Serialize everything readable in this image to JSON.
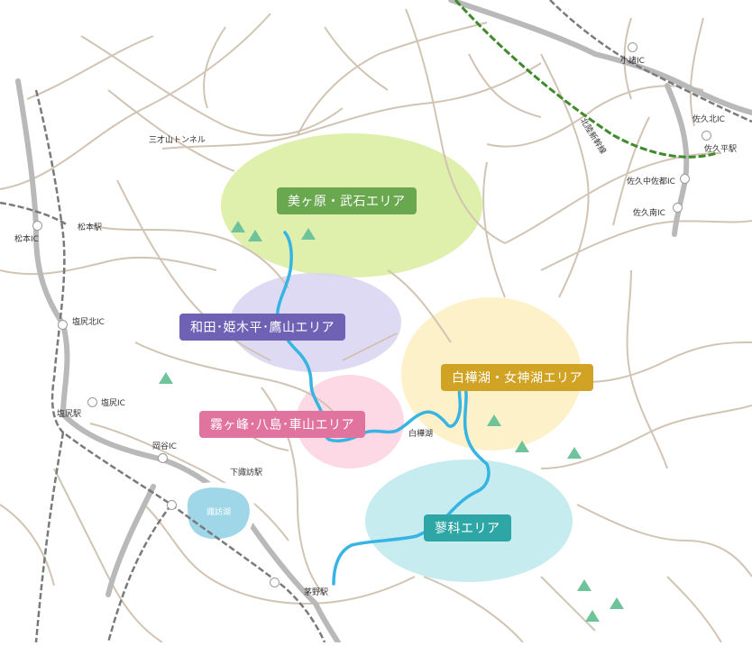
{
  "colors": {
    "road": "#d2c4b4",
    "highway": "#b9b9b9",
    "route": "#37b3e4",
    "rail": "#7a7a7a",
    "shinkansen": "#3f8a2b",
    "lake": "#9fd6e8",
    "mountain": "#6fc39a"
  },
  "areas": [
    {
      "id": "utsukushigahara",
      "label": "美ヶ原・武石エリア",
      "color": "#6aa84f",
      "halo": "#d9ec9e"
    },
    {
      "id": "wada",
      "label": "和田･姫木平･鷹山エリア",
      "color": "#6f62b5",
      "halo": "#d9d3f1"
    },
    {
      "id": "shirakaba",
      "label": "白樺湖・女神湖エリア",
      "color": "#d1a325",
      "halo": "#fbeec0"
    },
    {
      "id": "kirigamine",
      "label": "霧ヶ峰･八島･車山エリア",
      "color": "#e0749f",
      "halo": "#fbd2e1"
    },
    {
      "id": "tateshina",
      "label": "蓼科エリア",
      "color": "#2fa6a6",
      "halo": "#bde9ec"
    }
  ],
  "places": {
    "sansaiyama": "三才山トンネル",
    "matsumoto_ic": "松本IC",
    "matsumoto_sta": "松本駅",
    "shiojiri_kita_ic": "塩尻北IC",
    "shiojiri_ic": "塩尻IC",
    "shiojiri_sta": "塩尻駅",
    "okaya_ic": "岡谷IC",
    "shimosuwa_sta": "下諏訪駅",
    "suwako": "諏訪湖",
    "chino_sta": "茅野駅",
    "shirakabako": "白樺湖",
    "komoro_ic": "小諸IC",
    "hokuriku_shinkansen": "北陸新幹線",
    "saku_kita_ic": "佐久北IC",
    "sakudaira_sta": "佐久平駅",
    "saku_nakasaku_ic": "佐久中佐都IC",
    "saku_minami_ic": "佐久南IC"
  }
}
